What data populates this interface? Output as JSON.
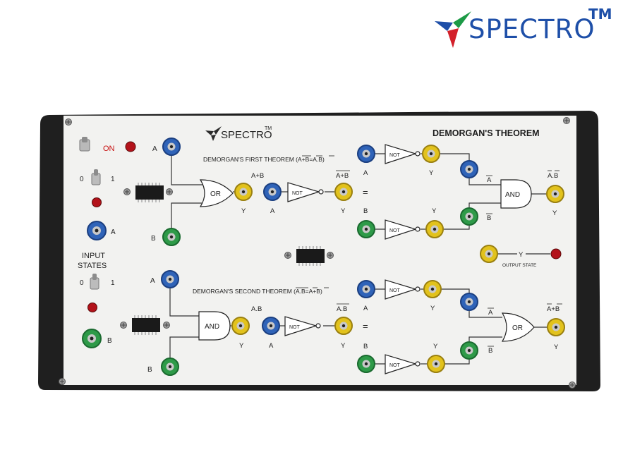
{
  "brand": {
    "logo_text": "SPECTRO",
    "logo_tm": "TM",
    "board_logo_text": "SPECTRO",
    "board_logo_tm": "TM"
  },
  "panel": {
    "title": "DEMORGAN'S THEOREM",
    "first_theorem": "DEMORGAN'S FIRST THEOREM (A+B=A.B)",
    "second_theorem": "DEMORGAN'S SECOND THEOREM (A.B=A+B)"
  },
  "left_controls": {
    "on_label": "ON",
    "switch_a_zero": "0",
    "switch_a_one": "1",
    "socket_a_label": "A",
    "input_states_line1": "INPUT",
    "input_states_line2": "STATES",
    "switch_b_zero": "0",
    "switch_b_one": "1",
    "socket_b_label": "B"
  },
  "first_section": {
    "input_a": "A",
    "input_b": "B",
    "gate": "OR",
    "sum_label": "A+B",
    "y1": "Y",
    "not_input": "A",
    "not_gate": "NOT",
    "out_label": "A+B",
    "y2": "Y",
    "equals": "=",
    "r_a": "A",
    "r_not1": "NOT",
    "r_y1": "Y",
    "r_bar_a": "A",
    "r_b": "B",
    "r_not2": "NOT",
    "r_y2": "Y",
    "r_bar_b": "B",
    "r_gate": "AND",
    "r_out": "A.B",
    "r_y3": "Y"
  },
  "output_state": {
    "y": "Y",
    "label": "OUTPUT STATE"
  },
  "second_section": {
    "input_a": "A",
    "input_b": "B",
    "gate": "AND",
    "product_label": "A.B",
    "y1": "Y",
    "not_input": "A",
    "not_gate": "NOT",
    "out_label": "A.B",
    "y2": "Y",
    "equals": "=",
    "r_a": "A",
    "r_not1": "NOT",
    "r_y1": "Y",
    "r_bar_a": "A",
    "r_b": "B",
    "r_not2": "NOT",
    "r_y2": "Y",
    "r_bar_b": "B",
    "r_gate": "OR",
    "r_out": "A+B",
    "r_y3": "Y"
  },
  "colors": {
    "brand_blue": "#1e4fa8",
    "socket_blue": "#2f63b8",
    "socket_green": "#2e9a48",
    "socket_yellow": "#e2c21c",
    "led_red": "#b3121a",
    "panel": "#f2f2f0",
    "frame": "#1f1f1f"
  }
}
